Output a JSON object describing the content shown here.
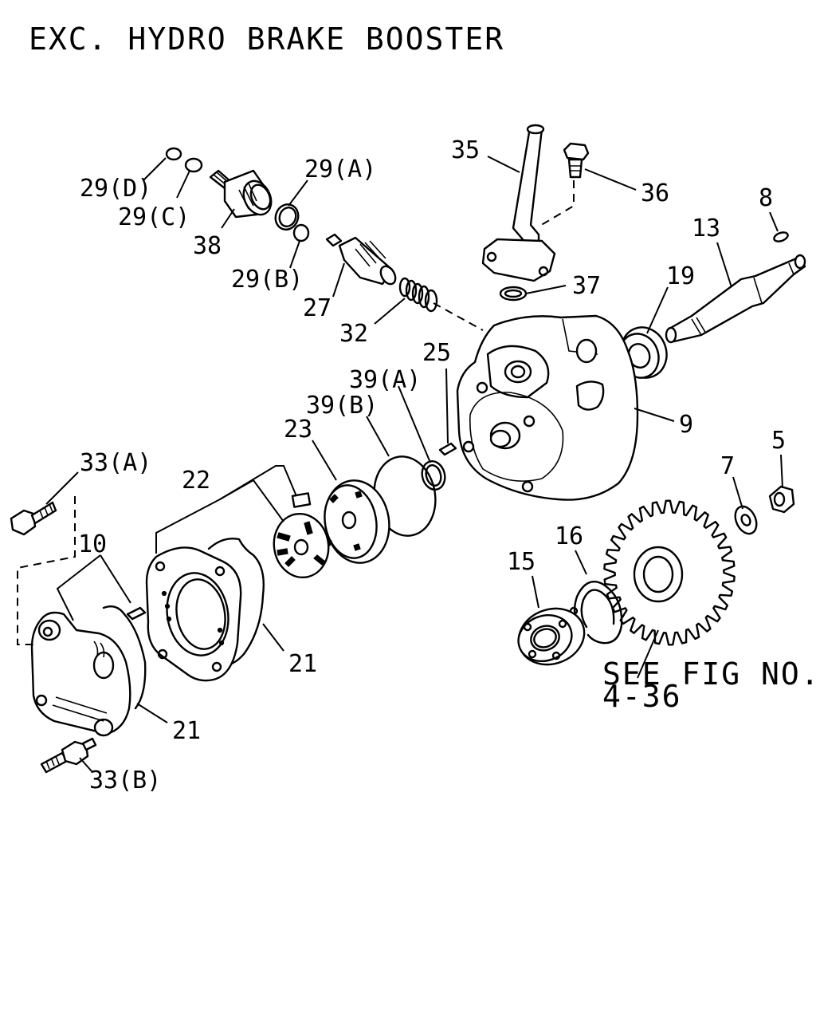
{
  "title": "EXC. HYDRO BRAKE BOOSTER",
  "callouts": {
    "p29d": "29(D)",
    "p29c": "29(C)",
    "p38": "38",
    "p29a": "29(A)",
    "p29b": "29(B)",
    "p27": "27",
    "p32": "32",
    "p35": "35",
    "p36": "36",
    "p37": "37",
    "p8": "8",
    "p13": "13",
    "p19": "19",
    "p25": "25",
    "p39a": "39(A)",
    "p39b": "39(B)",
    "p23": "23",
    "p9": "9",
    "p22": "22",
    "p33a": "33(A)",
    "p10": "10",
    "p21a": "21",
    "p21b": "21",
    "p33b": "33(B)",
    "p7": "7",
    "p5": "5",
    "p16": "16",
    "p15": "15"
  },
  "reference": {
    "line1": "SEE FIG NO.",
    "line2": "4-36"
  }
}
